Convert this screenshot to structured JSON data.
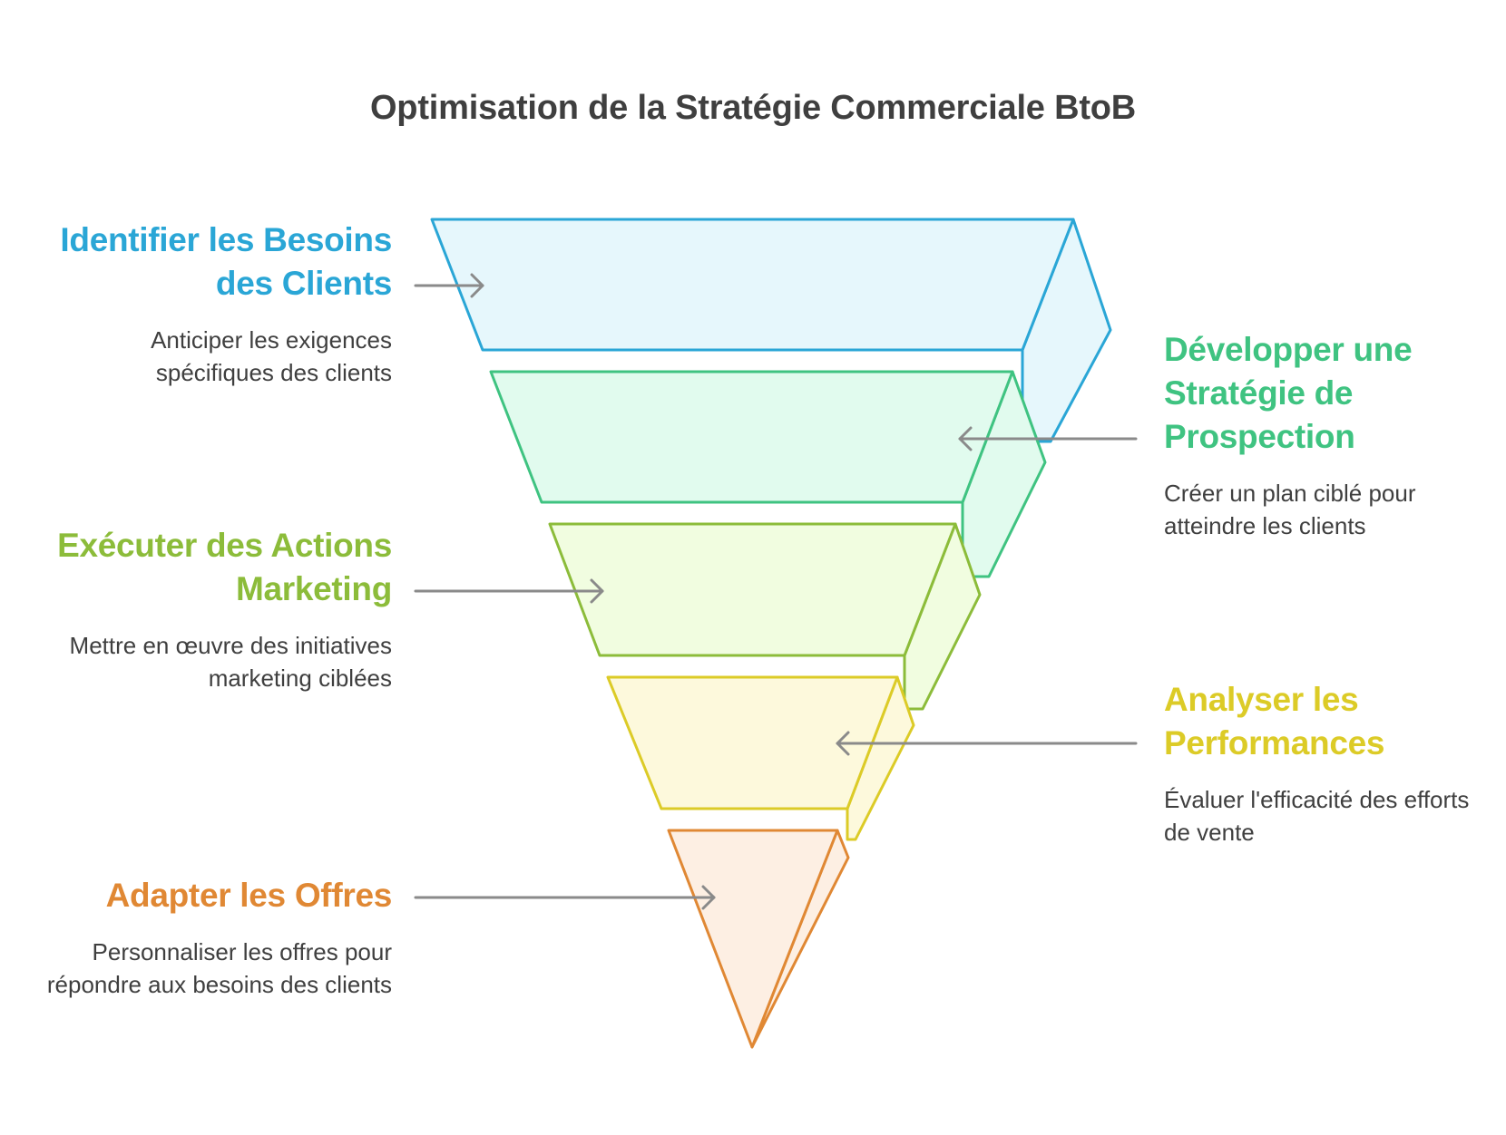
{
  "title": "Optimisation de la Stratégie Commerciale BtoB",
  "stages": [
    {
      "heading": "Identifier les Besoins des Clients",
      "description": "Anticiper les exigences spécifiques des clients",
      "color": "#2aa6d6",
      "fill": "#e6f7fc"
    },
    {
      "heading": "Développer une Stratégie de Prospection",
      "description": "Créer un plan ciblé pour atteindre les clients",
      "color": "#3fc381",
      "fill": "#e1fbee"
    },
    {
      "heading": "Exécuter des Actions Marketing",
      "description": "Mettre en œuvre des initiatives marketing ciblées",
      "color": "#8cbc3a",
      "fill": "#f1fde0"
    },
    {
      "heading": "Analyser les Performances",
      "description": "Évaluer l'efficacité des efforts de vente",
      "color": "#dccb27",
      "fill": "#fdf9dc"
    },
    {
      "heading": "Adapter les Offres",
      "description": "Personnaliser les offres pour répondre aux besoins des clients",
      "color": "#e08834",
      "fill": "#fdefe3"
    }
  ],
  "arrow_color": "#8a8a8a"
}
